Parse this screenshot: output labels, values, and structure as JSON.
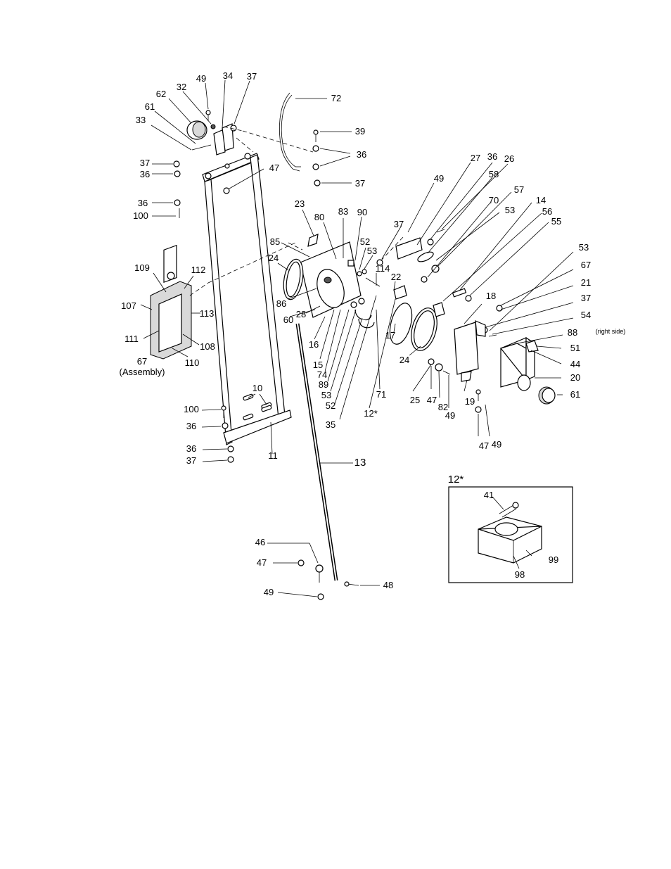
{
  "callouts": [
    "49",
    "32",
    "34",
    "37",
    "62",
    "61",
    "33",
    "72",
    "39",
    "36",
    "37",
    "36",
    "47",
    "37",
    "36",
    "100",
    "27",
    "36",
    "26",
    "49",
    "58",
    "57",
    "70",
    "14",
    "53",
    "56",
    "55",
    "37",
    "23",
    "80",
    "83",
    "90",
    "85",
    "52",
    "53",
    "114",
    "22",
    "24",
    "109",
    "112",
    "107",
    "113",
    "111",
    "108",
    "110",
    "67",
    "(Assembly)",
    "86",
    "28",
    "60",
    "16",
    "15",
    "74",
    "89",
    "53",
    "52",
    "35",
    "12*",
    "71",
    "17",
    "24",
    "25",
    "47",
    "82",
    "49",
    "18",
    "53",
    "67",
    "21",
    "37",
    "54",
    "88",
    "(right side)",
    "51",
    "44",
    "20",
    "61",
    "19",
    "47",
    "49",
    "10",
    "100",
    "36",
    "36",
    "37",
    "11",
    "13",
    "12*",
    "41",
    "99",
    "98",
    "46",
    "47",
    "49",
    "48"
  ],
  "inset": {
    "label": "12*"
  },
  "icons": [
    "frame",
    "mounting-plate",
    "door-panel",
    "heat-sink",
    "rod",
    "clamp-block",
    "knob",
    "wire-harness"
  ]
}
